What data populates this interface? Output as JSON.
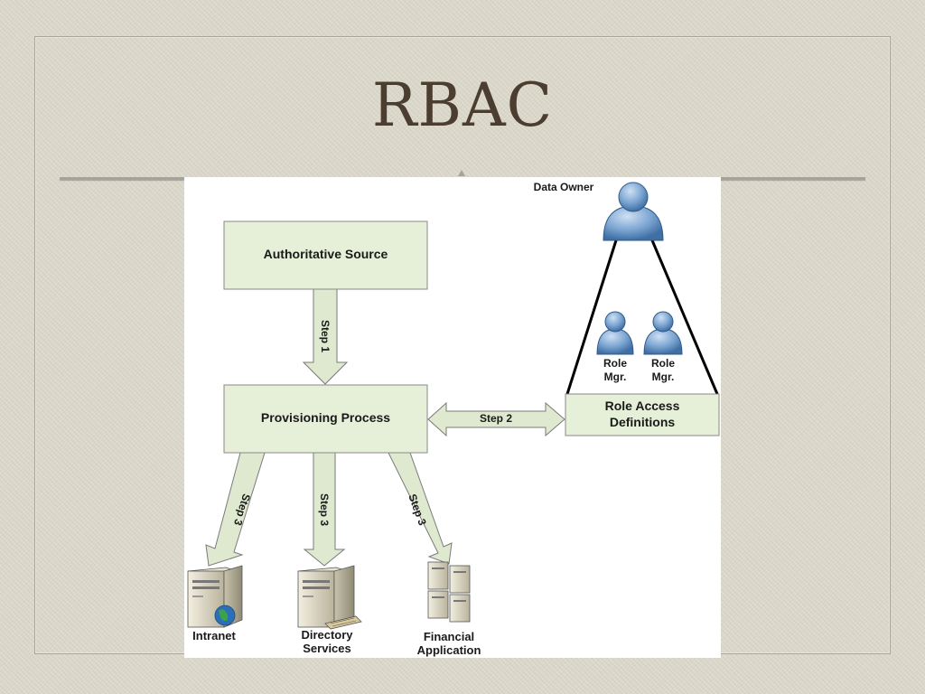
{
  "slide": {
    "title": "RBAC"
  },
  "diagram": {
    "nodes": {
      "authoritative_source": "Authoritative Source",
      "provisioning_process": "Provisioning Process",
      "role_access_definitions": [
        "Role Access",
        "Definitions"
      ],
      "data_owner": "Data Owner",
      "role_mgr_1": [
        "Role",
        "Mgr."
      ],
      "role_mgr_2": [
        "Role",
        "Mgr."
      ],
      "intranet": "Intranet",
      "directory_services": [
        "Directory",
        "Services"
      ],
      "financial_application": [
        "Financial",
        "Application"
      ]
    },
    "edges": {
      "step1": "Step 1",
      "step2": "Step 2",
      "step3_intranet": "Step 3",
      "step3_directory": "Step 3",
      "step3_financial": "Step 3"
    },
    "colors": {
      "box_fill": "#e6efd7",
      "arrow_fill": "#dfe9cf",
      "person_fill": "#7fa8d4",
      "title_color": "#4b3d30"
    }
  }
}
